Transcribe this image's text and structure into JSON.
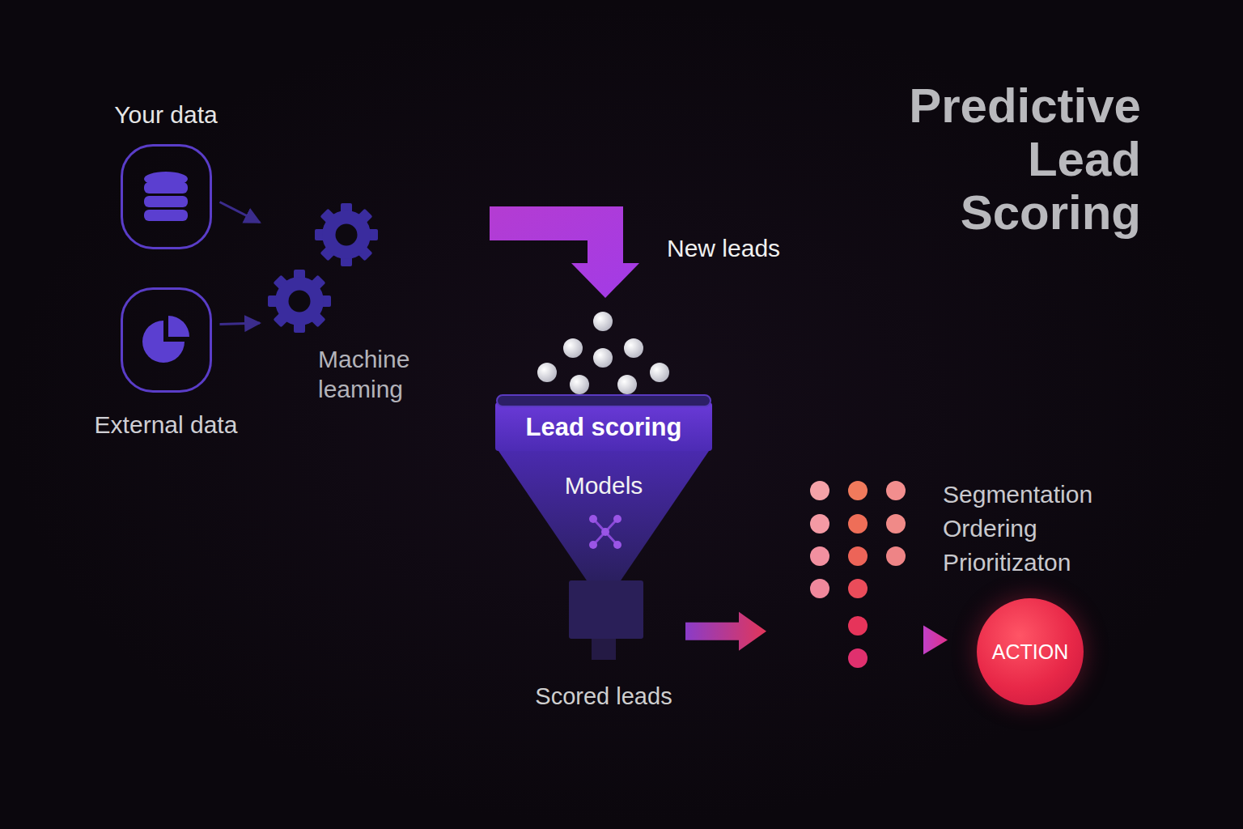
{
  "diagram": {
    "title": "Predictive Lead Scoring",
    "nodes": [
      {
        "text": [
          "Your data"
        ]
      },
      {
        "text": [
          "External data"
        ]
      },
      {
        "text": [
          "Machine leaming"
        ]
      },
      {
        "text": [
          "Lead scoring",
          "Models",
          "Scored leads"
        ]
      },
      {
        "text": [
          "Segmentation",
          "Ordering",
          "Prioritizaton"
        ]
      },
      {
        "text": [
          "ACTION"
        ]
      }
    ],
    "edges": [
      {
        "from": 0,
        "to": 2,
        "arrow": "to"
      },
      {
        "from": 1,
        "to": 2,
        "arrow": "to"
      },
      {
        "from": 3,
        "to": 4,
        "arrow": "to"
      },
      {
        "from": 4,
        "to": 5,
        "arrow": "to"
      }
    ],
    "labels": [
      "New leads"
    ]
  }
}
